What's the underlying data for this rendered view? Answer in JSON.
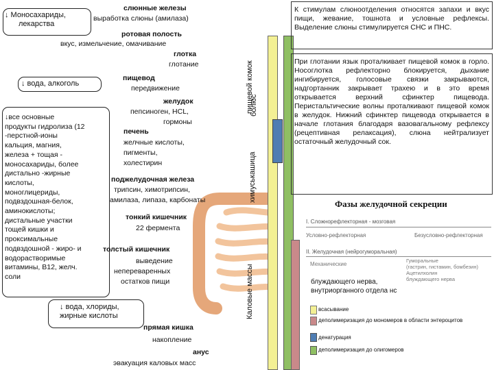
{
  "colors": {
    "yellow": "#f3f094",
    "blue": "#4f7db3",
    "green": "#8fbf63",
    "rose": "#c9898a",
    "organ": "#e8b27a",
    "organ_dark": "#d39a66",
    "liver": "#a7503e"
  },
  "left_boxes": {
    "monosaccharides": [
      "↓ Моносахариды,",
      "лекарства"
    ],
    "water_alcohol": "↓ вода, алкоголь",
    "nutrients": [
      "↓все основные",
      "продукты гидролиза (12",
      "-перстной-ионы",
      "кальция, магния,",
      "железа + тощая -",
      "моносахариды, более",
      "дистально -жирные",
      "кислоты,",
      "моноглицериды,",
      "подвздошная-белок,",
      "аминокислоты;",
      "дистальные участки",
      "тощей кишки и",
      "проксимальные",
      "подвздошной - жиро- и",
      "водорастворимые",
      "витамины, В12, желч.",
      "соли"
    ],
    "water_chlorides": [
      "↓ вода, хлориды,",
      "жирные кислоты"
    ]
  },
  "organs": {
    "salivary": {
      "title": "слюнные железы",
      "desc": "выработка слюны (амилаза)"
    },
    "mouth": {
      "title": "ротовая полость",
      "desc": "вкус, измельчение, омачивание"
    },
    "pharynx": {
      "title": "глотка",
      "desc": "глотание"
    },
    "esophagus": {
      "title": "пищевод",
      "desc": "передвижение"
    },
    "stomach": {
      "title": "желудок",
      "desc": [
        "пепсиноген, НСL,",
        "гормоны"
      ]
    },
    "liver": {
      "title": "печень",
      "desc": [
        "желчные кислоты,",
        "пигменты,",
        "холестирин"
      ]
    },
    "pancreas": {
      "title": "поджелудочная железа",
      "desc": [
        "трипсин, химотрипсин,",
        "амилаза, липаза, карбонаты"
      ]
    },
    "small_intestine": {
      "title": "тонкий кишечник",
      "desc": "22 фермента"
    },
    "large_intestine": {
      "title": "толстый кишечник",
      "desc": [
        "выведение",
        "непереваренных",
        "остатков пищи"
      ]
    },
    "rectum": {
      "title": "прямая кишка",
      "desc": "накопление"
    },
    "anus": {
      "title": "анус",
      "desc": "эвакуация каловых масс"
    }
  },
  "vertical_labels": {
    "bolus": "пищевой комок",
    "bolus2": "болюс",
    "chyme": "химуськашица",
    "feces": "Каловые массы"
  },
  "right_texts": {
    "salivation": "К стимулам слюноотделения относятся запахи и вкус пищи, жевание, тошнота и условные рефлексы. Выделение слюны стимулируется СНС и ПНС.",
    "swallowing": "При глотании язык проталкивает пищевой комок в горло. Носоглотка рефлекторно блокируется, дыхание ингибируется, голосовые связки закрываются, надгортанник закрывает трахею и в это время открывается верхний сфинктер пищевода. Перистальтические волны проталкивают пищевой комок в желудок. Нижний сфинктер пищевода открывается в начале глотания благодаря вазовагальному рефлексу (рецептивная релаксация), слюна нейтрализует остаточный желудочный сок."
  },
  "secretion": {
    "title": "Фазы желудочной секреции",
    "phase1": "I. Сложнорефлекторная - мозговая",
    "phase1_left": "Условно-рефлекторная",
    "phase1_right": "Безусловно-рефлекторная",
    "phase2": "II. Желудочная (нейрогуморальная)",
    "phase2_left": "Механические",
    "phase2_right": [
      "Гуморальные",
      "(гастрин, гистамин, бомбезин)",
      "Ацетилхолин",
      "блуждающего нерва"
    ],
    "nerve_note": [
      "блуждающего нерва,",
      "внутриорганного отдела нс"
    ]
  },
  "legend": [
    {
      "color": "yellow",
      "text": "всасывание"
    },
    {
      "color": "rose",
      "text": "деполимеризация до мономеров в области энтероцитов"
    },
    {
      "color": "blue",
      "text": "денатурация"
    },
    {
      "color": "green",
      "text": "деполимеризация до олигомеров"
    }
  ]
}
